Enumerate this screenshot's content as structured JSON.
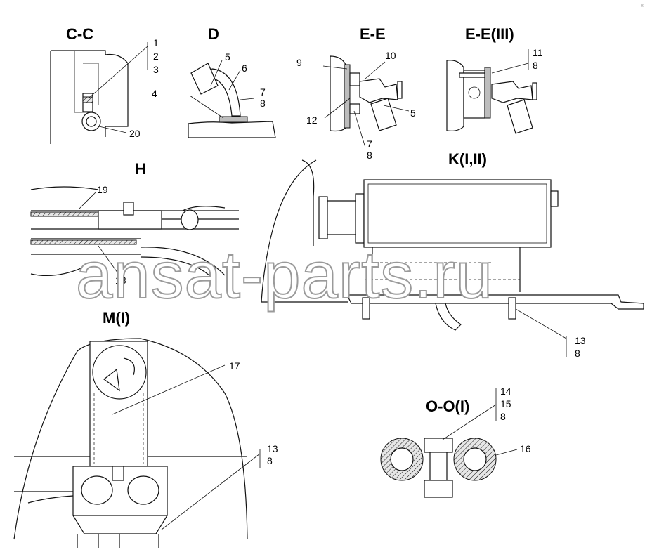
{
  "views": {
    "cc": {
      "title": "C-C",
      "callouts": [
        "1",
        "2",
        "3",
        "20"
      ]
    },
    "d": {
      "title": "D",
      "callouts": [
        "5",
        "6",
        "4",
        "7",
        "8"
      ]
    },
    "ee": {
      "title": "E-E",
      "callouts": [
        "9",
        "10",
        "12",
        "5",
        "7",
        "8"
      ]
    },
    "ee3": {
      "title": "E-E(III)",
      "callouts": [
        "11",
        "8"
      ]
    },
    "h": {
      "title": "H",
      "callouts": [
        "19",
        "18"
      ]
    },
    "k": {
      "title": "K(I,II)",
      "callouts": [
        "13",
        "8"
      ]
    },
    "m": {
      "title": "M(I)",
      "callouts": [
        "17",
        "13",
        "8"
      ]
    },
    "oo": {
      "title": "O-O(I)",
      "callouts": [
        "14",
        "15",
        "8",
        "16"
      ]
    }
  },
  "watermark": {
    "text": "ansat-parts.ru",
    "corner_mark": "®"
  },
  "colors": {
    "line": "#111111",
    "watermark_outline": "#9a9a9a",
    "section_fill": "#bdbdbd"
  }
}
